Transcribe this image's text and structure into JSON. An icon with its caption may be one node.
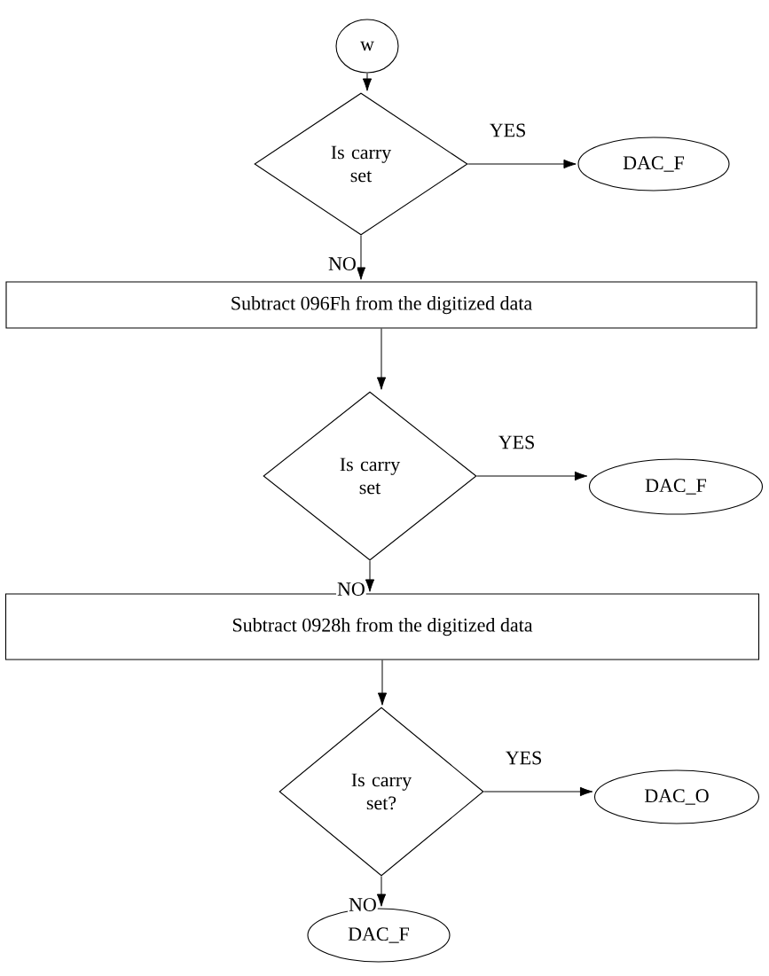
{
  "diagram": {
    "nodes": [
      {
        "text": [
          "w"
        ]
      },
      {
        "text": [
          "Is carry set"
        ]
      },
      {
        "text": [
          "DAC_F"
        ]
      },
      {
        "text": [
          "Subtract 096Fh from the digitized data"
        ]
      },
      {
        "text": [
          "Is carry set"
        ]
      },
      {
        "text": [
          "DAC_F"
        ]
      },
      {
        "text": [
          "Subtract 0928h from the digitized data"
        ]
      },
      {
        "text": [
          "Is carry set?"
        ]
      },
      {
        "text": [
          "DAC_O"
        ]
      },
      {
        "text": [
          "DAC_F"
        ]
      }
    ],
    "edges": [
      {
        "from": 0,
        "to": 1,
        "arrow": "to"
      },
      {
        "from": 1,
        "to": 2,
        "arrow": "to",
        "label": "YES"
      },
      {
        "from": 1,
        "to": 3,
        "arrow": "to",
        "label": "NO"
      },
      {
        "from": 3,
        "to": 4,
        "arrow": "to"
      },
      {
        "from": 4,
        "to": 5,
        "arrow": "to",
        "label": "YES"
      },
      {
        "from": 4,
        "to": 6,
        "arrow": "to",
        "label": "NO"
      },
      {
        "from": 6,
        "to": 7,
        "arrow": "to"
      },
      {
        "from": 7,
        "to": 8,
        "arrow": "to",
        "label": "YES"
      },
      {
        "from": 7,
        "to": 9,
        "arrow": "to",
        "label": "NO"
      }
    ]
  }
}
